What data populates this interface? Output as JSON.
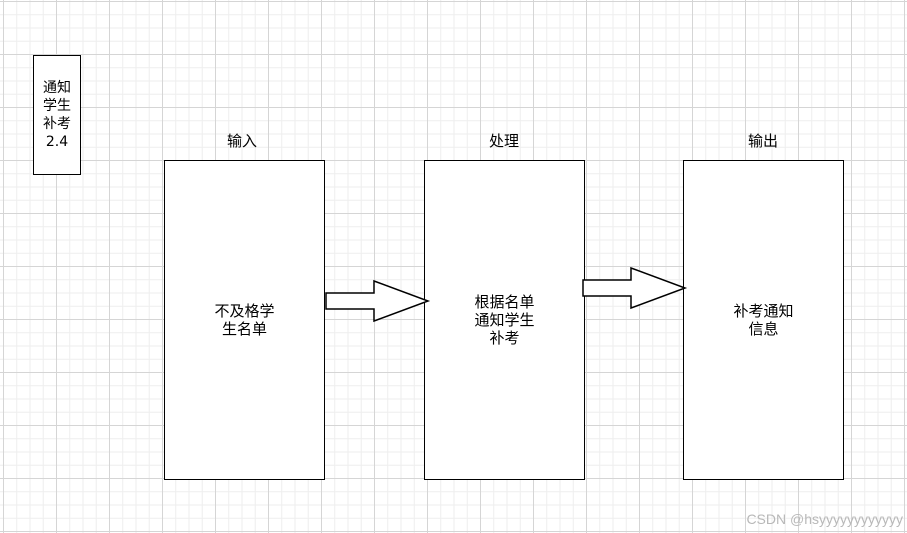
{
  "diagram": {
    "tag": {
      "text": "通知\n学生\n补考\n2.4"
    },
    "stages": [
      {
        "heading": "输入",
        "text": "不及格学\n生名单"
      },
      {
        "heading": "处理",
        "text": "根据名单\n通知学生\n补考"
      },
      {
        "heading": "输出",
        "text": "补考通知\n信息"
      }
    ],
    "edges": [
      {
        "from": "输入",
        "to": "处理"
      },
      {
        "from": "处理",
        "to": "输出"
      }
    ]
  },
  "watermark": "CSDN @hsyyyyyyyyyyyy",
  "colors": {
    "stroke": "#000000",
    "fill": "#ffffff",
    "grid_major": "#d5d5d5",
    "grid_minor": "#eeeeee",
    "watermark": "#b8b8b8"
  }
}
